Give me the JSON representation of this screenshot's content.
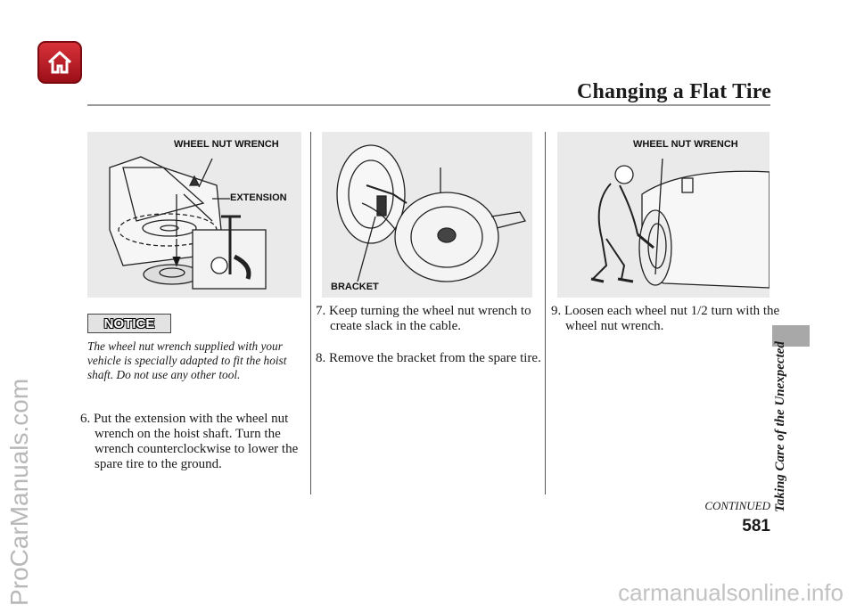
{
  "header": {
    "home_icon": "home-icon",
    "title": "Changing a Flat Tire",
    "section": "Taking Care of the Unexpected"
  },
  "watermarks": {
    "left": "ProCarManuals.com",
    "bottom": "carmanualsonline.info"
  },
  "col1": {
    "figure": {
      "label_wrench": "WHEEL NUT WRENCH",
      "label_extension": "EXTENSION"
    },
    "notice_label": "NOTICE",
    "notice_text": "The wheel nut wrench supplied with your vehicle is specially adapted to fit the hoist shaft. Do not use any other tool.",
    "step6": "6. Put the extension with the wheel nut wrench on the hoist shaft. Turn the wrench counterclockwise to lower the spare tire to the ground."
  },
  "col2": {
    "figure": {
      "label_bracket": "BRACKET"
    },
    "step7": "7. Keep turning the wheel nut wrench to create slack in the cable.",
    "step8": "8. Remove the bracket from the spare tire."
  },
  "col3": {
    "figure": {
      "label_wrench": "WHEEL NUT WRENCH"
    },
    "step9": "9. Loosen each wheel nut 1/2 turn with the wheel nut wrench."
  },
  "footer": {
    "continued": "CONTINUED",
    "page_number": "581"
  },
  "colors": {
    "home_red": "#c1222b",
    "figure_bg": "#eaeaea",
    "tab_gray": "#a8a8a8"
  }
}
